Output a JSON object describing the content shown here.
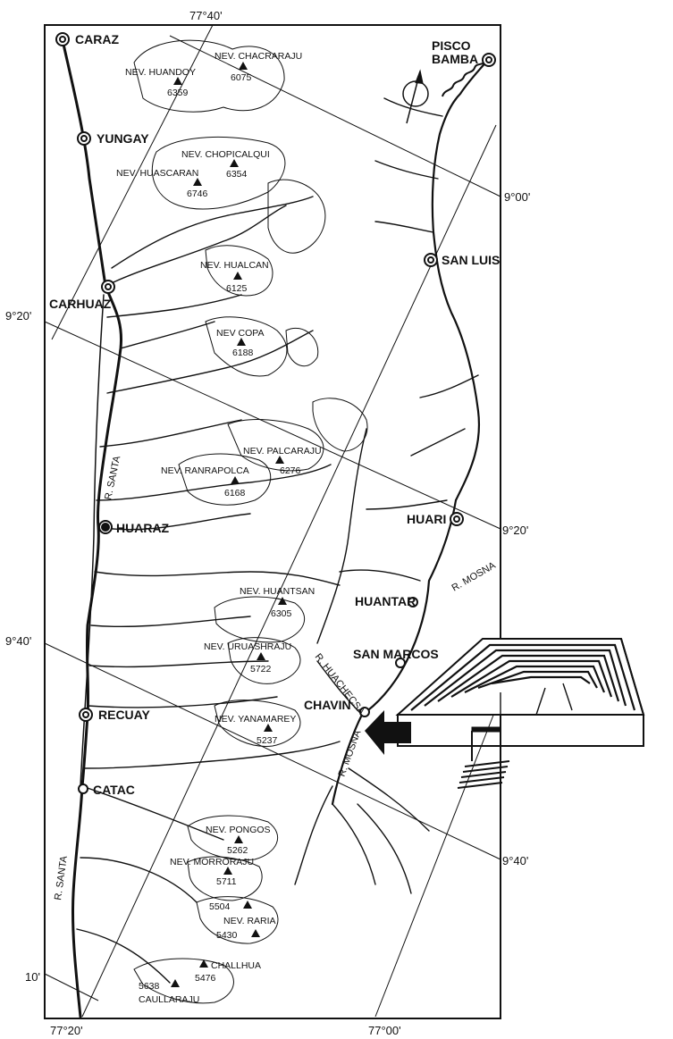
{
  "colors": {
    "ink": "#111111",
    "paper": "#ffffff"
  },
  "coordinates": {
    "lon_top": "77°40'",
    "lon_bottom_left": "77°20'",
    "lon_bottom_right": "77°00'",
    "lat_left_1": "9°20'",
    "lat_left_2": "9°40'",
    "lat_left_3": "10'",
    "lat_right_1": "9°00'",
    "lat_right_2": "9°20'",
    "lat_right_3": "9°40'"
  },
  "towns": {
    "caraz": "CARAZ",
    "yungay": "YUNGAY",
    "carhuaz": "CARHUAZ",
    "huaraz": "HUARAZ",
    "recuay": "RECUAY",
    "catac": "CATAC",
    "pisco_bamba_1": "PISCO",
    "pisco_bamba_2": "BAMBA",
    "san_luis": "SAN LUIS",
    "huari": "HUARI",
    "huantar": "HUANTAR",
    "san_marcos": "SAN MARCOS",
    "chavin": "CHAVIN"
  },
  "rivers": {
    "santa_1": "R. SANTA",
    "santa_2": "R. SANTA",
    "mosna_1": "R. MOSNA",
    "mosna_2": "R. MOSNA",
    "huachecsa": "R. HUACHECSA"
  },
  "peaks": {
    "huandoy_name": "NEV. HUANDOY",
    "huandoy_alt": "6359",
    "chacraraju_name": "NEV. CHACRARAJU",
    "chacraraju_alt": "6075",
    "chopicalqui_name": "NEV. CHOPICALQUI",
    "chopicalqui_alt": "6354",
    "huascaran_name": "NEV. HUASCARAN",
    "huascaran_alt": "6746",
    "hualcan_name": "NEV. HUALCAN",
    "hualcan_alt": "6125",
    "copa_name": "NEV COPA",
    "copa_alt": "6188",
    "palcaraju_name": "NEV. PALCARAJU",
    "palcaraju_alt": "6276",
    "ranrapolca_name": "NEV. RANRAPOLCA",
    "ranrapolca_alt": "6168",
    "huantsan_name": "NEV. HUANTSAN",
    "huantsan_alt": "6305",
    "uruashraju_name": "NEV. URUASHRAJU",
    "uruashraju_alt": "5722",
    "yanamarey_name": "NEV. YANAMAREY",
    "yanamarey_alt": "5237",
    "pongos_name": "NEV. PONGOS",
    "pongos_alt": "5262",
    "morroraju_name": "NEV. MORRORAJU",
    "morroraju_alt": "5711",
    "unnamed_alt": "5504",
    "raria_name": "NEV. RARIA",
    "raria_alt": "5430",
    "challhua_name": "CHALLHUA",
    "challhua_alt": "5476",
    "caullaraju_name": "CAULLARAJU",
    "caullaraju_alt": "5638"
  }
}
